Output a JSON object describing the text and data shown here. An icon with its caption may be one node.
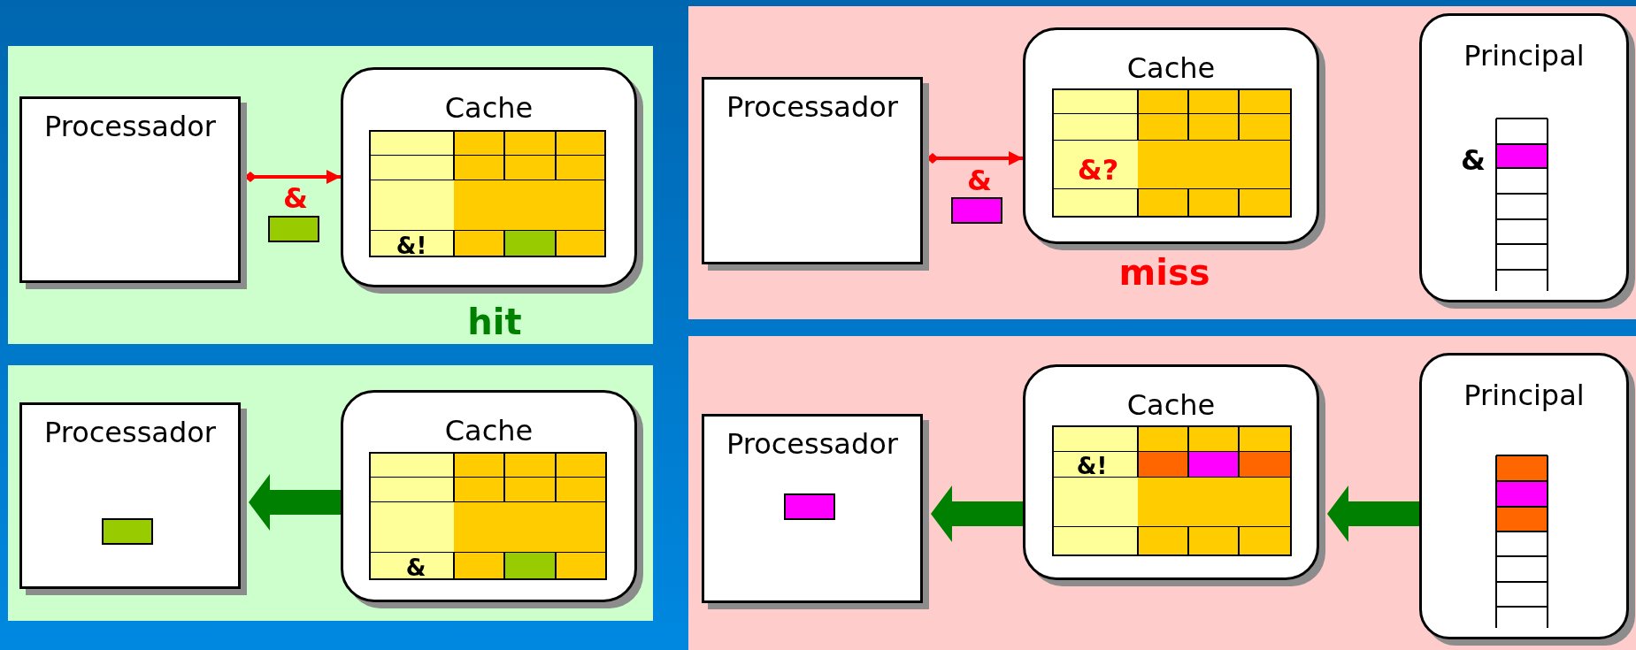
{
  "diagram": {
    "nodes": [
      {
        "text": [
          "Processador"
        ]
      },
      {
        "text": [
          "Cache"
        ]
      },
      {
        "text": [
          "Processador"
        ]
      },
      {
        "text": [
          "Cache"
        ]
      },
      {
        "text": [
          "Processador"
        ]
      },
      {
        "text": [
          "Cache"
        ]
      },
      {
        "text": [
          "Principal"
        ]
      },
      {
        "text": [
          "Processador"
        ]
      },
      {
        "text": [
          "Cache"
        ]
      },
      {
        "text": [
          "Principal"
        ]
      }
    ],
    "edges": [
      {
        "from": 0,
        "to": 1,
        "arrow": "to",
        "label": "&",
        "color": "#ff0000"
      },
      {
        "from": 3,
        "to": 2,
        "arrow": "to",
        "color": "#008000"
      },
      {
        "from": 4,
        "to": 5,
        "arrow": "to",
        "label": "&",
        "color": "#ff0000"
      },
      {
        "from": 8,
        "to": 7,
        "arrow": "to",
        "color": "#008000"
      },
      {
        "from": 9,
        "to": 8,
        "arrow": "to",
        "color": "#008000"
      }
    ],
    "labels": [
      "&!",
      "hit",
      "&",
      "&?",
      "&",
      "miss",
      "&!"
    ]
  }
}
